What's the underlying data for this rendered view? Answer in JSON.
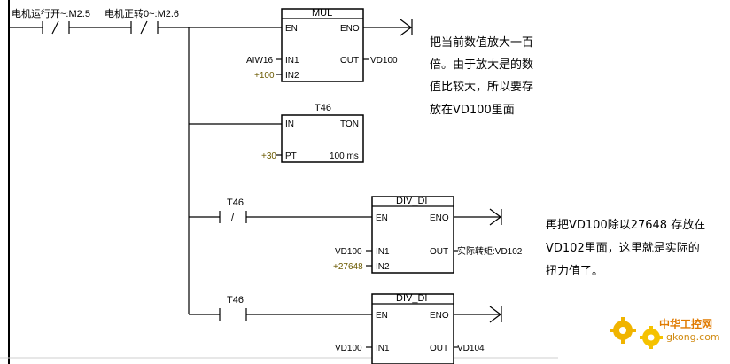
{
  "header": {
    "contact1": "电机运行开~:M2.5",
    "contact2": "电机正转0~:M2.6"
  },
  "rung1": {
    "block": "MUL",
    "en": "EN",
    "eno": "ENO",
    "in1": "IN1",
    "in2": "IN2",
    "out": "OUT",
    "in1_val": "AIW16",
    "in2_val": "+100",
    "out_val": "VD100"
  },
  "timer": {
    "name": "T46",
    "in": "IN",
    "type": "TON",
    "pt": "PT",
    "pt_val": "+30",
    "res": "100 ms"
  },
  "rung3": {
    "contact": "T46",
    "nc_sym": "/",
    "block": "DIV_DI",
    "en": "EN",
    "eno": "ENO",
    "in1": "IN1",
    "in2": "IN2",
    "out": "OUT",
    "in1_val": "VD100",
    "in2_val": "+27648",
    "out_val": "实际转矩:VD102"
  },
  "rung4": {
    "contact": "T46",
    "block": "DIV_DI",
    "en": "EN",
    "eno": "ENO",
    "in1": "IN1",
    "out": "OUT",
    "in1_val": "VD100",
    "out_val": "VD104"
  },
  "notes": {
    "note1": [
      "把当前数值放大一百",
      "倍。由于放大是的数",
      "值比较大，所以要存",
      "放在VD100里面"
    ],
    "note2": [
      "再把VD100除以27648 存放在",
      "VD102里面，这里就是实际的",
      "扭力值了。"
    ]
  },
  "watermark": {
    "brand": "中华工控网",
    "site": "gkong.com",
    "colors": {
      "orange": "#e07a00",
      "yellow": "#f0b400"
    }
  }
}
